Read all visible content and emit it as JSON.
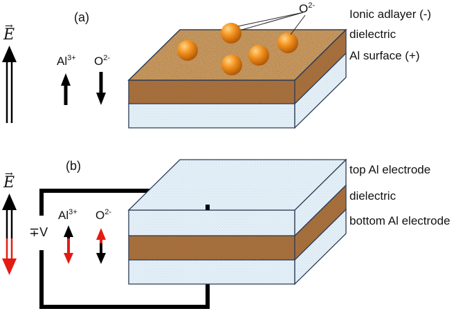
{
  "panel_a": {
    "tag": "(a)",
    "field_symbol": "E",
    "field_vector_mark": "→",
    "ion_al": {
      "base": "Al",
      "charge": "3+"
    },
    "ion_o": {
      "base": "O",
      "charge": "2-"
    },
    "callout_o": {
      "base": "O",
      "charge": "2-"
    },
    "layers": [
      "Ionic adlayer (-)",
      "dielectric",
      "Al surface (+)"
    ]
  },
  "panel_b": {
    "tag": "(b)",
    "field_symbol": "E",
    "field_vector_mark": "→",
    "voltage": "∓V",
    "ion_al": {
      "base": "Al",
      "charge": "3+"
    },
    "ion_o": {
      "base": "O",
      "charge": "2-"
    },
    "layers": [
      "top Al electrode",
      "dielectric",
      "bottom Al electrode"
    ]
  },
  "colors": {
    "dielectric": "#c9995f",
    "dielectric_band": "#a86f3c",
    "electrode": "#e6f1f8",
    "edge": "#2b3a55",
    "sphere": "#f08a12",
    "reversed_arrow": "#e31b12",
    "wire": "#000000"
  }
}
